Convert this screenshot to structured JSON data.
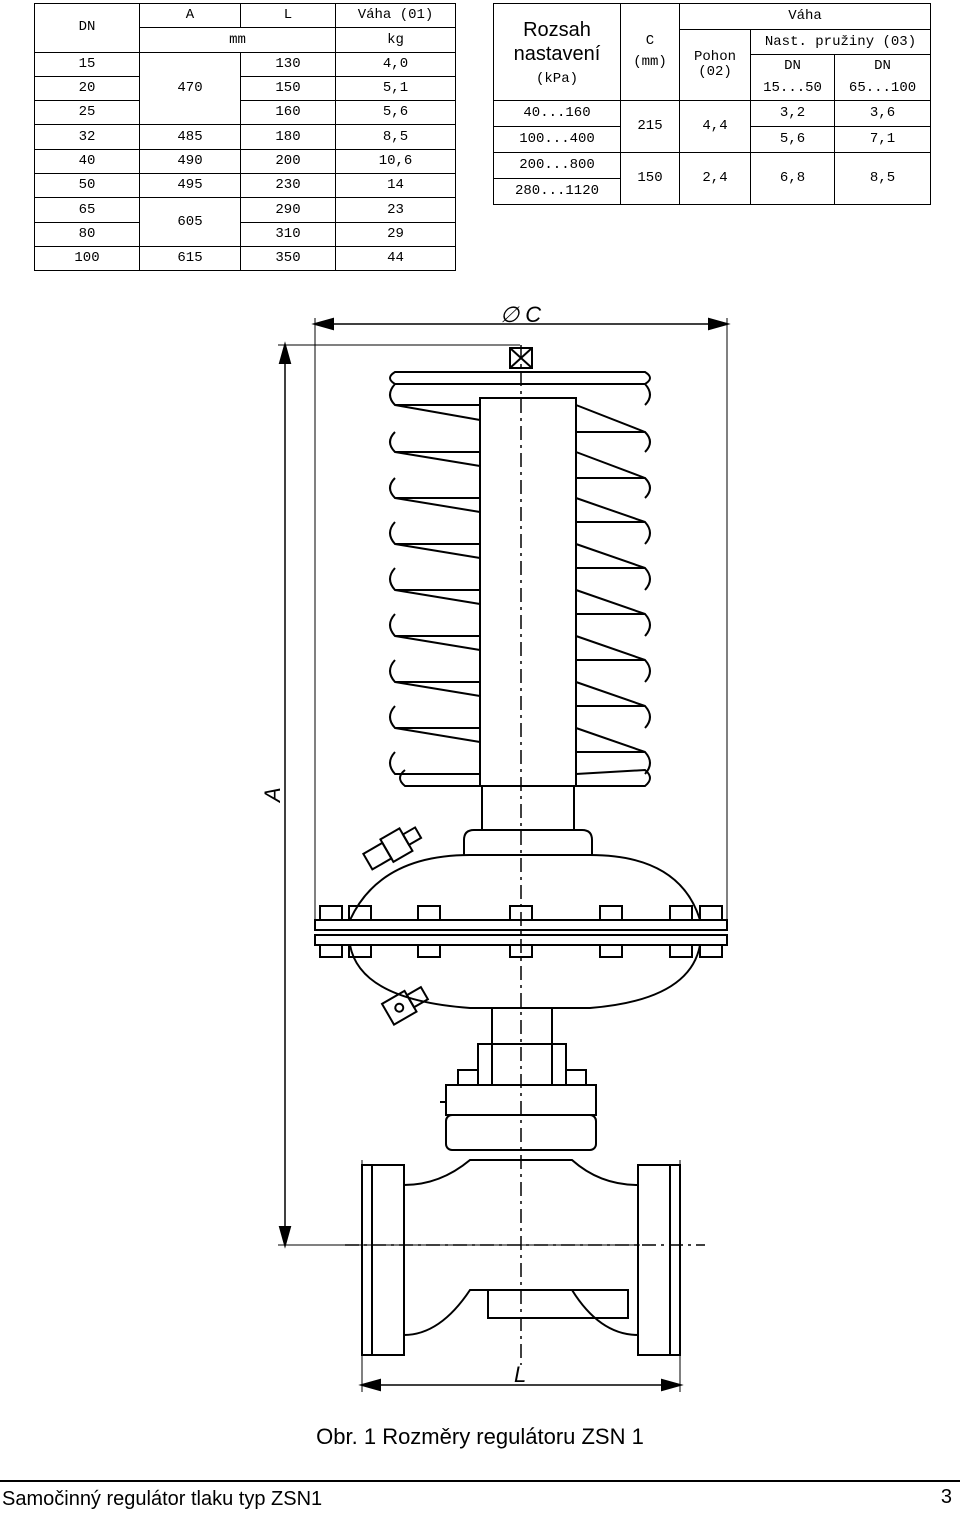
{
  "dimensions_table": {
    "header": {
      "dn": "DN",
      "a": "A",
      "l": "L",
      "weight": "Váha (01)",
      "unit_mm": "mm",
      "unit_kg": "kg"
    },
    "rows": [
      {
        "dn": "15",
        "l": "130",
        "weight": "4,0"
      },
      {
        "dn": "20",
        "a": "470",
        "l": "150",
        "weight": "5,1"
      },
      {
        "dn": "25",
        "l": "160",
        "weight": "5,6"
      },
      {
        "dn": "32",
        "a": "485",
        "l": "180",
        "weight": "8,5"
      },
      {
        "dn": "40",
        "a": "490",
        "l": "200",
        "weight": "10,6"
      },
      {
        "dn": "50",
        "a": "495",
        "l": "230",
        "weight": "14"
      },
      {
        "dn": "65",
        "l": "290",
        "weight": "23"
      },
      {
        "dn": "80",
        "a": "605",
        "l": "310",
        "weight": "29"
      },
      {
        "dn": "100",
        "a": "615",
        "l": "350",
        "weight": "44"
      }
    ]
  },
  "range_table": {
    "header": {
      "range": "Rozsah nastavení",
      "range_unit": "(kPa)",
      "c": "C",
      "c_unit": "(mm)",
      "weight": "Váha",
      "actuator": "Pohon (02)",
      "spring_set": "Nast. pružiny (03)",
      "dn_a": "DN",
      "dn_a_range": "15...50",
      "dn_b": "DN",
      "dn_b_range": "65...100"
    },
    "rows": [
      {
        "range": "40...160",
        "c": "215",
        "actuator": "4,4",
        "w1": "3,2",
        "w2": "3,6"
      },
      {
        "range": "100...400",
        "w1": "5,6",
        "w2": "7,1"
      },
      {
        "range": "200...800",
        "c": "150",
        "actuator": "2,4",
        "w1": "6,8",
        "w2": "8,5"
      },
      {
        "range": "280...1120"
      }
    ]
  },
  "drawing": {
    "label_c": "∅ C",
    "label_a": "A",
    "label_l": "L"
  },
  "caption": "Obr. 1 Rozměry regulátoru ZSN 1",
  "footer": {
    "title": "Samočinný regulátor tlaku typ ZSN1",
    "page": "3"
  }
}
